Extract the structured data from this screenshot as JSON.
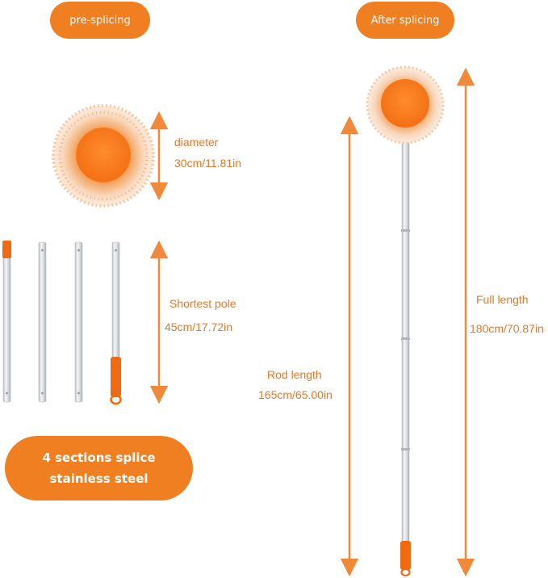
{
  "header": {
    "pre_label": "pre-splicing",
    "after_label": "After splicing"
  },
  "pre": {
    "diameter_label": "diameter",
    "diameter_value": "30cm/11.81in",
    "pole_label": "Shortest pole",
    "pole_value": "45cm/17.72in",
    "sections_line1": "4 sections splice",
    "sections_line2": "stainless steel"
  },
  "after": {
    "rod_label": "Rod length",
    "rod_value": "165cm/65.00in",
    "full_label": "Full length",
    "full_value": "180cm/70.87in"
  },
  "colors": {
    "accent": "#f07f22",
    "text": "#e07a2c",
    "pole": "#d9dde2"
  },
  "icons": [
    "mop-head-icon",
    "pole-section-icon",
    "dimension-arrow-icon"
  ]
}
